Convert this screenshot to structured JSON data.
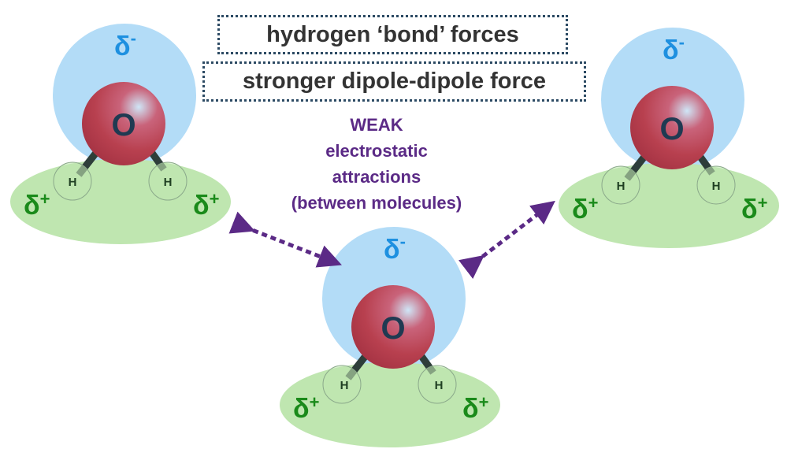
{
  "labels": {
    "box1": "hydrogen ‘bond’ forces",
    "box2": "stronger dipole-dipole force",
    "weak": [
      "WEAK",
      "electrostatic",
      "attractions",
      "(between molecules)"
    ]
  },
  "molecule": {
    "oxygen": "O",
    "hydrogen": "H",
    "delta": "δ",
    "minus": "-",
    "plus": "+"
  },
  "colors": {
    "negative_region": "#b3dcf7",
    "positive_region": "#bfe6b0",
    "oxygen": "#b8404f",
    "delta_minus": "#1e90e0",
    "delta_plus": "#1a8a1a",
    "arrow": "#5b2a86"
  }
}
